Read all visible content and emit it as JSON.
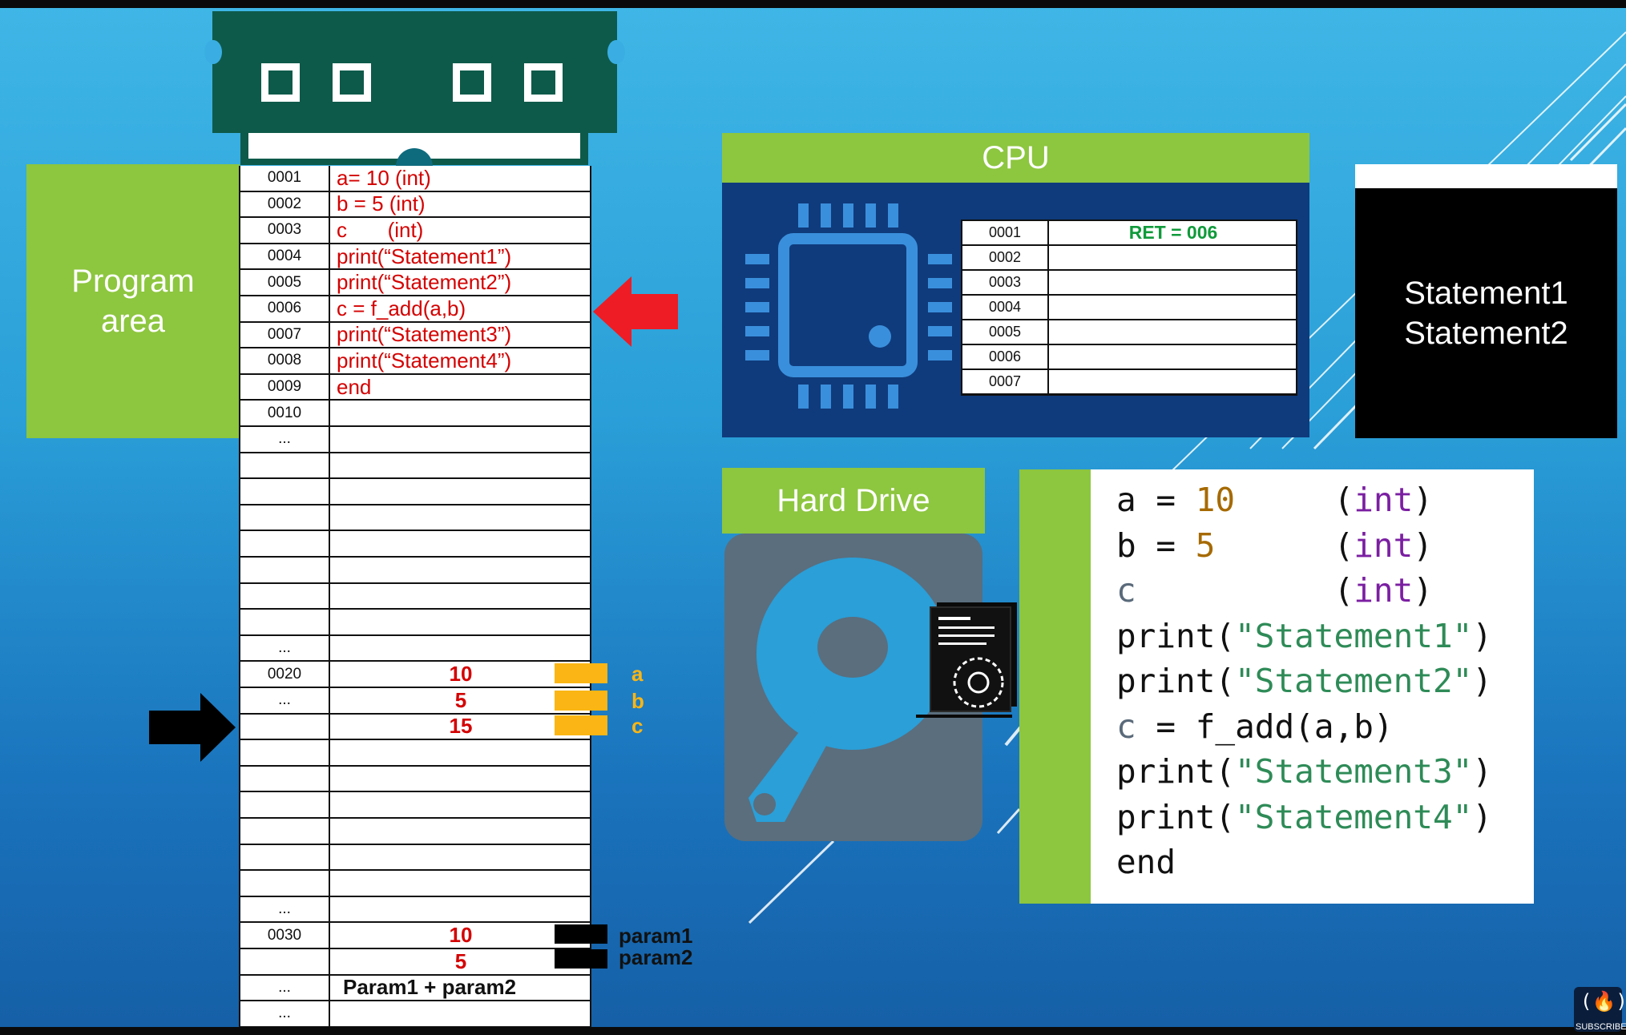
{
  "colors": {
    "green_accent": "#8dc63f",
    "ram_green": "#0e5a4a",
    "cpu_blue": "#0f3b7c",
    "memory_red": "#d40000",
    "variable_tag": "#fbb615",
    "ret_green": "#0f9a3a"
  },
  "program_area": {
    "title": "Program\narea"
  },
  "memory_table": {
    "rows": [
      {
        "addr": "0001",
        "value": "a= 10 (int)",
        "style": "code"
      },
      {
        "addr": "0002",
        "value": "b = 5 (int)",
        "style": "code"
      },
      {
        "addr": "0003",
        "value": "c       (int)",
        "style": "code"
      },
      {
        "addr": "0004",
        "value": "print(“Statement1”)",
        "style": "code"
      },
      {
        "addr": "0005",
        "value": "print(“Statement2”)",
        "style": "code"
      },
      {
        "addr": "0006",
        "value": "c = f_add(a,b)",
        "style": "code"
      },
      {
        "addr": "0007",
        "value": "print(“Statement3”)",
        "style": "code"
      },
      {
        "addr": "0008",
        "value": "print(“Statement4”)",
        "style": "code"
      },
      {
        "addr": "0009",
        "value": "end",
        "style": "code"
      },
      {
        "addr": "0010",
        "value": "",
        "style": "code"
      },
      {
        "addr": "...",
        "value": "",
        "style": "code"
      },
      {
        "addr": "",
        "value": "",
        "style": "code"
      },
      {
        "addr": "",
        "value": "",
        "style": "code"
      },
      {
        "addr": "",
        "value": "",
        "style": "code"
      },
      {
        "addr": "",
        "value": "",
        "style": "code"
      },
      {
        "addr": "",
        "value": "",
        "style": "code"
      },
      {
        "addr": "",
        "value": "",
        "style": "code"
      },
      {
        "addr": "",
        "value": "",
        "style": "code"
      },
      {
        "addr": "...",
        "value": "",
        "style": "code"
      },
      {
        "addr": "0020",
        "value": "10",
        "style": "num"
      },
      {
        "addr": "...",
        "value": "5",
        "style": "num"
      },
      {
        "addr": "",
        "value": "15",
        "style": "num"
      },
      {
        "addr": "",
        "value": "",
        "style": "code"
      },
      {
        "addr": "",
        "value": "",
        "style": "code"
      },
      {
        "addr": "",
        "value": "",
        "style": "code"
      },
      {
        "addr": "",
        "value": "",
        "style": "code"
      },
      {
        "addr": "",
        "value": "",
        "style": "code"
      },
      {
        "addr": "",
        "value": "",
        "style": "code"
      },
      {
        "addr": "...",
        "value": "",
        "style": "code"
      },
      {
        "addr": "0030",
        "value": "10",
        "style": "num"
      },
      {
        "addr": "",
        "value": "5",
        "style": "num"
      },
      {
        "addr": "...",
        "value": "Param1 + param2",
        "style": "bold"
      },
      {
        "addr": "...",
        "value": "",
        "style": "code"
      }
    ]
  },
  "variable_labels": [
    "a",
    "b",
    "c"
  ],
  "param_labels": [
    "param1",
    "param2"
  ],
  "cpu": {
    "title": "CPU",
    "rows": [
      {
        "addr": "0001",
        "value": "RET = 006"
      },
      {
        "addr": "0002",
        "value": ""
      },
      {
        "addr": "0003",
        "value": ""
      },
      {
        "addr": "0004",
        "value": ""
      },
      {
        "addr": "0005",
        "value": ""
      },
      {
        "addr": "0006",
        "value": ""
      },
      {
        "addr": "0007",
        "value": ""
      }
    ]
  },
  "output": {
    "lines": [
      "Statement1",
      "Statement2"
    ]
  },
  "hard_drive": {
    "title": "Hard Drive"
  },
  "source_code": {
    "lines": [
      [
        {
          "t": "a = ",
          "c": "plain"
        },
        {
          "t": "10",
          "c": "num"
        },
        {
          "t": "     ",
          "c": "plain"
        },
        {
          "t": "(",
          "c": "plain"
        },
        {
          "t": "int",
          "c": "type"
        },
        {
          "t": ")",
          "c": "plain"
        }
      ],
      [
        {
          "t": "b = ",
          "c": "plain"
        },
        {
          "t": "5",
          "c": "num"
        },
        {
          "t": "      ",
          "c": "plain"
        },
        {
          "t": "(",
          "c": "plain"
        },
        {
          "t": "int",
          "c": "type"
        },
        {
          "t": ")",
          "c": "plain"
        }
      ],
      [
        {
          "t": "c",
          "c": "var"
        },
        {
          "t": "          ",
          "c": "plain"
        },
        {
          "t": "(",
          "c": "plain"
        },
        {
          "t": "int",
          "c": "type"
        },
        {
          "t": ")",
          "c": "plain"
        }
      ],
      [
        {
          "t": "print(",
          "c": "plain"
        },
        {
          "t": "\"Statement1\"",
          "c": "str"
        },
        {
          "t": ")",
          "c": "plain"
        }
      ],
      [
        {
          "t": "print(",
          "c": "plain"
        },
        {
          "t": "\"Statement2\"",
          "c": "str"
        },
        {
          "t": ")",
          "c": "plain"
        }
      ],
      [
        {
          "t": "c",
          "c": "var"
        },
        {
          "t": " = f_add(a,b)",
          "c": "plain"
        }
      ],
      [
        {
          "t": "print(",
          "c": "plain"
        },
        {
          "t": "\"Statement3\"",
          "c": "str"
        },
        {
          "t": ")",
          "c": "plain"
        }
      ],
      [
        {
          "t": "print(",
          "c": "plain"
        },
        {
          "t": "\"Statement4\"",
          "c": "str"
        },
        {
          "t": ")",
          "c": "plain"
        }
      ],
      [
        {
          "t": "end",
          "c": "plain"
        }
      ]
    ]
  },
  "channel_badge": {
    "label": "SUBSCRIBE"
  }
}
